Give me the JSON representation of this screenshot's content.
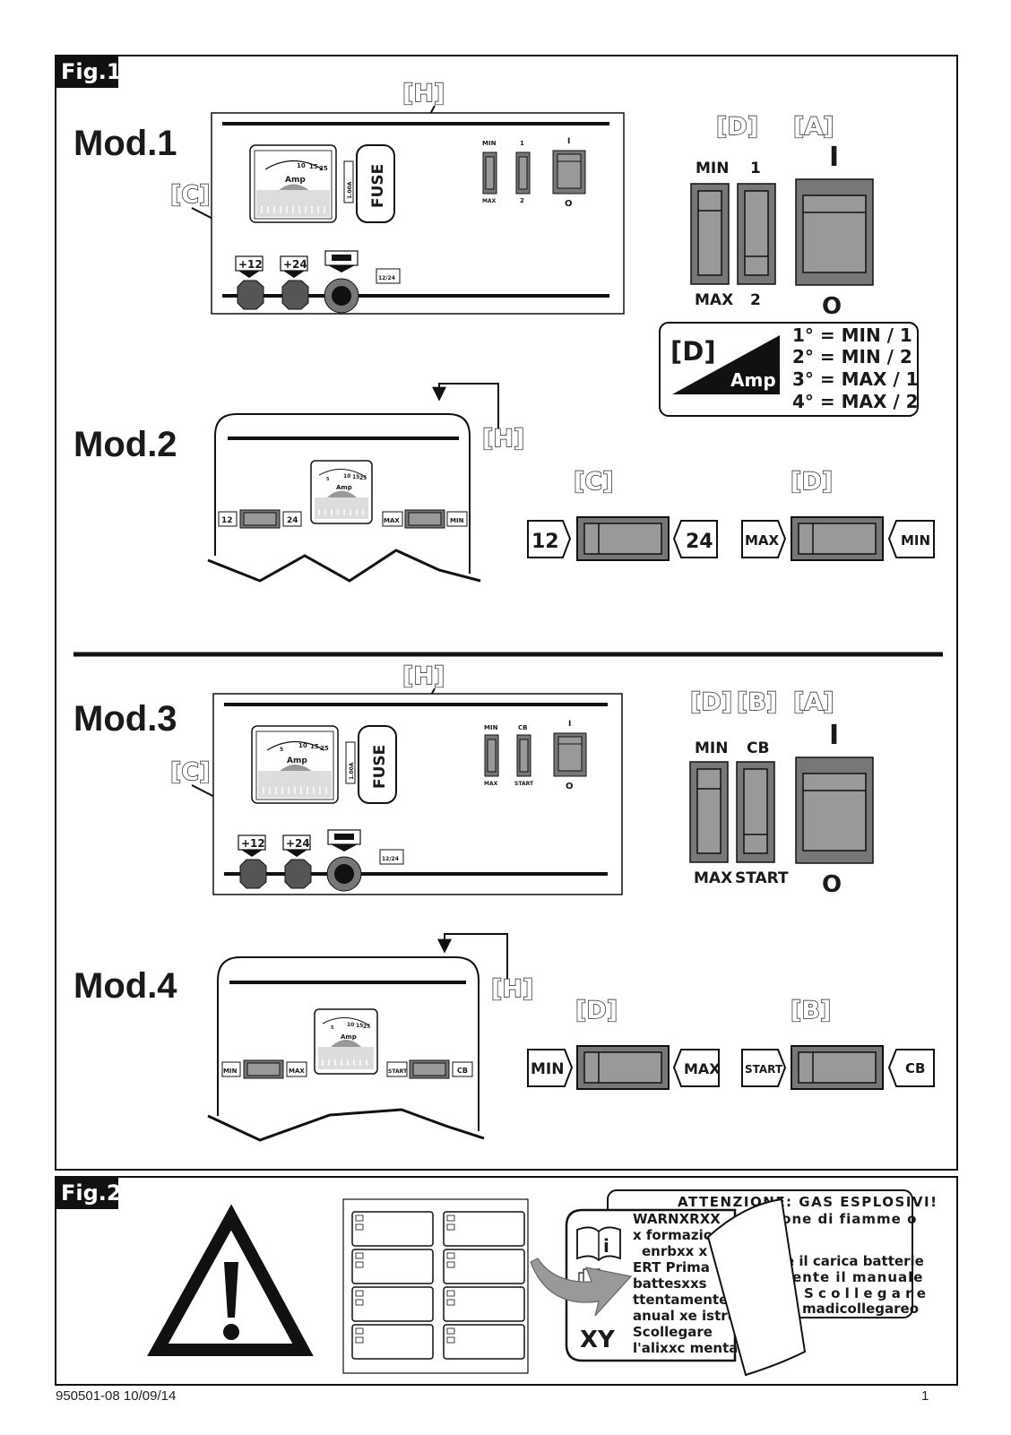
{
  "fig1": {
    "label": "Fig.1",
    "mod1": {
      "title": "Mod.1",
      "tag_h": "[H]",
      "tag_c": "[C]",
      "tag_d": "[D]",
      "tag_a": "[A]",
      "meter": {
        "label": "Amp",
        "scale": [
          "10",
          "15",
          "25"
        ]
      },
      "fuse": "FUSE",
      "fuse_rating": "1.00A",
      "switch1_top": "MIN",
      "switch1_bottom": "MAX",
      "switch2_top": "1",
      "switch2_bottom": "2",
      "power_top": "I",
      "power_bottom": "O",
      "terminal_12": "+12",
      "terminal_24": "+24",
      "battery_label": "12/24",
      "zoom": {
        "d_top": "MIN",
        "d_bottom": "MAX",
        "d2_top": "1",
        "d2_bottom": "2",
        "a_top": "I",
        "a_bottom": "O"
      }
    },
    "legend": {
      "tag": "[D]",
      "amp": "Amp",
      "rows": [
        "1° = MIN / 1",
        "2° = MIN / 2",
        "3° = MAX / 1",
        "4° = MAX / 2"
      ]
    },
    "mod2": {
      "title": "Mod.2",
      "tag_h": "[H]",
      "tag_c": "[C]",
      "tag_d": "[D]",
      "meter": {
        "label": "Amp",
        "scale": [
          "5",
          "10",
          "15",
          "25"
        ]
      },
      "left_a": "12",
      "left_b": "24",
      "right_a": "MAX",
      "right_b": "MIN",
      "zoom_c_left": "12",
      "zoom_c_right": "24",
      "zoom_d_left": "MAX",
      "zoom_d_right": "MIN"
    },
    "mod3": {
      "title": "Mod.3",
      "tag_h": "[H]",
      "tag_c": "[C]",
      "tag_d": "[D]",
      "tag_b": "[B]",
      "tag_a": "[A]",
      "meter": {
        "label": "Amp",
        "scale": [
          "5",
          "10",
          "15",
          "25"
        ]
      },
      "fuse": "FUSE",
      "fuse_rating": "1.00A",
      "switch1_top": "MIN",
      "switch1_bottom": "MAX",
      "switch2_top": "CB",
      "switch2_bottom": "START",
      "power_top": "I",
      "power_bottom": "O",
      "terminal_12": "+12",
      "terminal_24": "+24",
      "battery_label": "12/24",
      "zoom": {
        "d_top": "MIN",
        "d_bottom": "MAX",
        "b_top": "CB",
        "b_bottom": "START",
        "a_top": "I",
        "a_bottom": "O"
      }
    },
    "mod4": {
      "title": "Mod.4",
      "tag_h": "[H]",
      "tag_d": "[D]",
      "tag_b": "[B]",
      "meter": {
        "label": "Amp",
        "scale": [
          "5",
          "10",
          "15",
          "25"
        ]
      },
      "left_a": "MIN",
      "left_b": "MAX",
      "right_a": "START",
      "right_b": "CB",
      "zoom_d_left": "MIN",
      "zoom_d_right": "MAX",
      "zoom_b_left": "START",
      "zoom_b_right": "CB"
    }
  },
  "fig2": {
    "label": "Fig.2",
    "label_back": {
      "line1": "ATTENZIONE: GAS ESPLOSIVI!",
      "line2": "ione di fiamme o",
      "line3": "e il carica batterie",
      "line4": "ente il manuale",
      "line5": "S c o l l e g a r e",
      "line6": "madicollegareo"
    },
    "label_front": {
      "line1": "WARNXRXX",
      "line2": "x formazio",
      "line3": "enrbxx x",
      "line4": "ERT Prima",
      "line5": "battesxxs",
      "line6": "ttentamente",
      "line7": "anual xe istru",
      "line8": "Scollegare",
      "line9": "l'alixxc mentaz",
      "badge": "XY"
    }
  },
  "footer": {
    "code": "950501-08  10/09/14",
    "page": "1"
  }
}
